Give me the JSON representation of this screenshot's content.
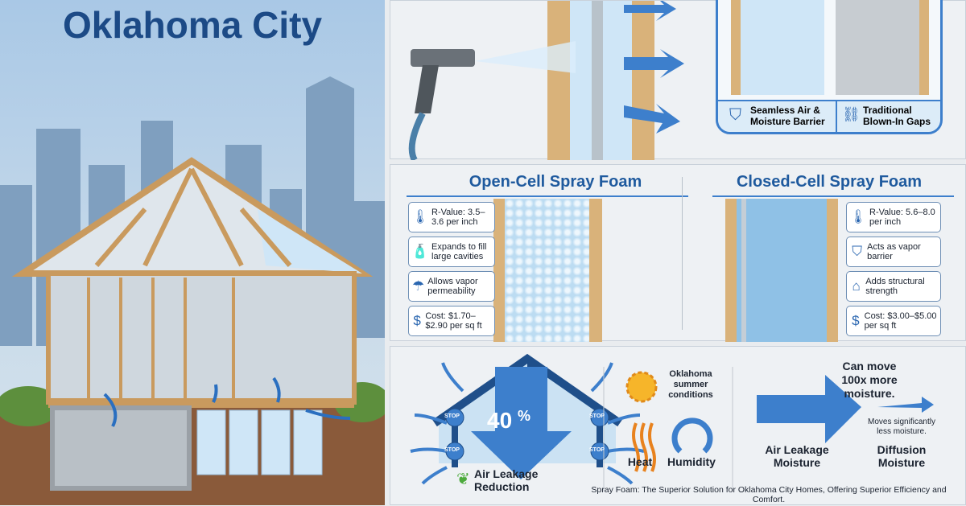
{
  "title": "Oklahoma City",
  "callout": {
    "spray_label": "Seamless Air & Moisture Barrier",
    "blown_label": "Traditional Blown-In Gaps"
  },
  "open_cell": {
    "heading": "Open-Cell Spray Foam",
    "items": [
      {
        "icon": "thermometer-icon",
        "text": "R-Value: 3.5–3.6 per inch"
      },
      {
        "icon": "spray-can-icon",
        "text": "Expands to fill large cavities"
      },
      {
        "icon": "cloud-rain-icon",
        "text": "Allows vapor permeability"
      },
      {
        "icon": "dollar-icon",
        "text": "Cost: $1.70–$2.90 per sq ft"
      }
    ]
  },
  "closed_cell": {
    "heading": "Closed-Cell Spray Foam",
    "items": [
      {
        "icon": "thermometer-icon",
        "text": "R-Value: 5.6–8.0 per inch"
      },
      {
        "icon": "shield-icon",
        "text": "Acts as vapor barrier"
      },
      {
        "icon": "house-strength-icon",
        "text": "Adds structural strength"
      },
      {
        "icon": "dollar-icon",
        "text": "Cost: $3.00–$5.00 per sq ft"
      }
    ]
  },
  "bottom": {
    "percent": "40",
    "percent_sign": "%",
    "stop": "STOP",
    "air_leakage_reduction": "Air Leakage Reduction",
    "conditions": "Oklahoma summer conditions",
    "heat": "Heat",
    "humidity": "Humidity",
    "can_move": "Can move 100x more moisture.",
    "moves_less": "Moves significantly less moisture.",
    "air_leakage_moisture": "Air Leakage Moisture",
    "diffusion_moisture": "Diffusion Moisture",
    "footer": "Spray Foam: The Superior Solution for Oklahoma City Homes, Offering Superior Efficiency and Comfort."
  },
  "colors": {
    "brand": "#1c4a86",
    "accent": "#2a6fc0",
    "wood": "#d9b27a",
    "foam": "#cfe6f7"
  }
}
